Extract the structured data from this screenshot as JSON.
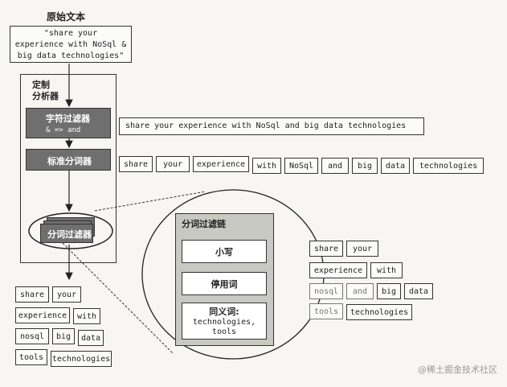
{
  "original_text": {
    "title": "原始文本",
    "content": "\"share your\nexperience with NoSql &\nbig data technologies\""
  },
  "analyzer": {
    "title": "定制\n分析器",
    "char_filter": {
      "title": "字符过滤器",
      "rule": "& => and"
    },
    "tokenizer": {
      "title": "标准分词器"
    },
    "token_filters": {
      "title": "分词过滤器"
    }
  },
  "char_filtered_text": "share your experience with NoSql and big data technologies",
  "tokenized": [
    "share",
    "your",
    "experience",
    "with",
    "NoSql",
    "and",
    "big",
    "data",
    "technologies"
  ],
  "filter_chain": {
    "title": "分词过滤链",
    "items": [
      {
        "label": "小写"
      },
      {
        "label": "停用词"
      },
      {
        "label": "同义词:",
        "detail": "technologies,\ntools"
      }
    ]
  },
  "filtered_tokens": [
    "share",
    "your",
    "experience",
    "with",
    "nosql",
    "and",
    "big",
    "data",
    "tools",
    "technologies"
  ],
  "output_tokens": [
    "share",
    "your",
    "experience",
    "with",
    "nosql",
    "big",
    "data",
    "tools",
    "technologies"
  ],
  "watermark": "@稀土掘金技术社区"
}
